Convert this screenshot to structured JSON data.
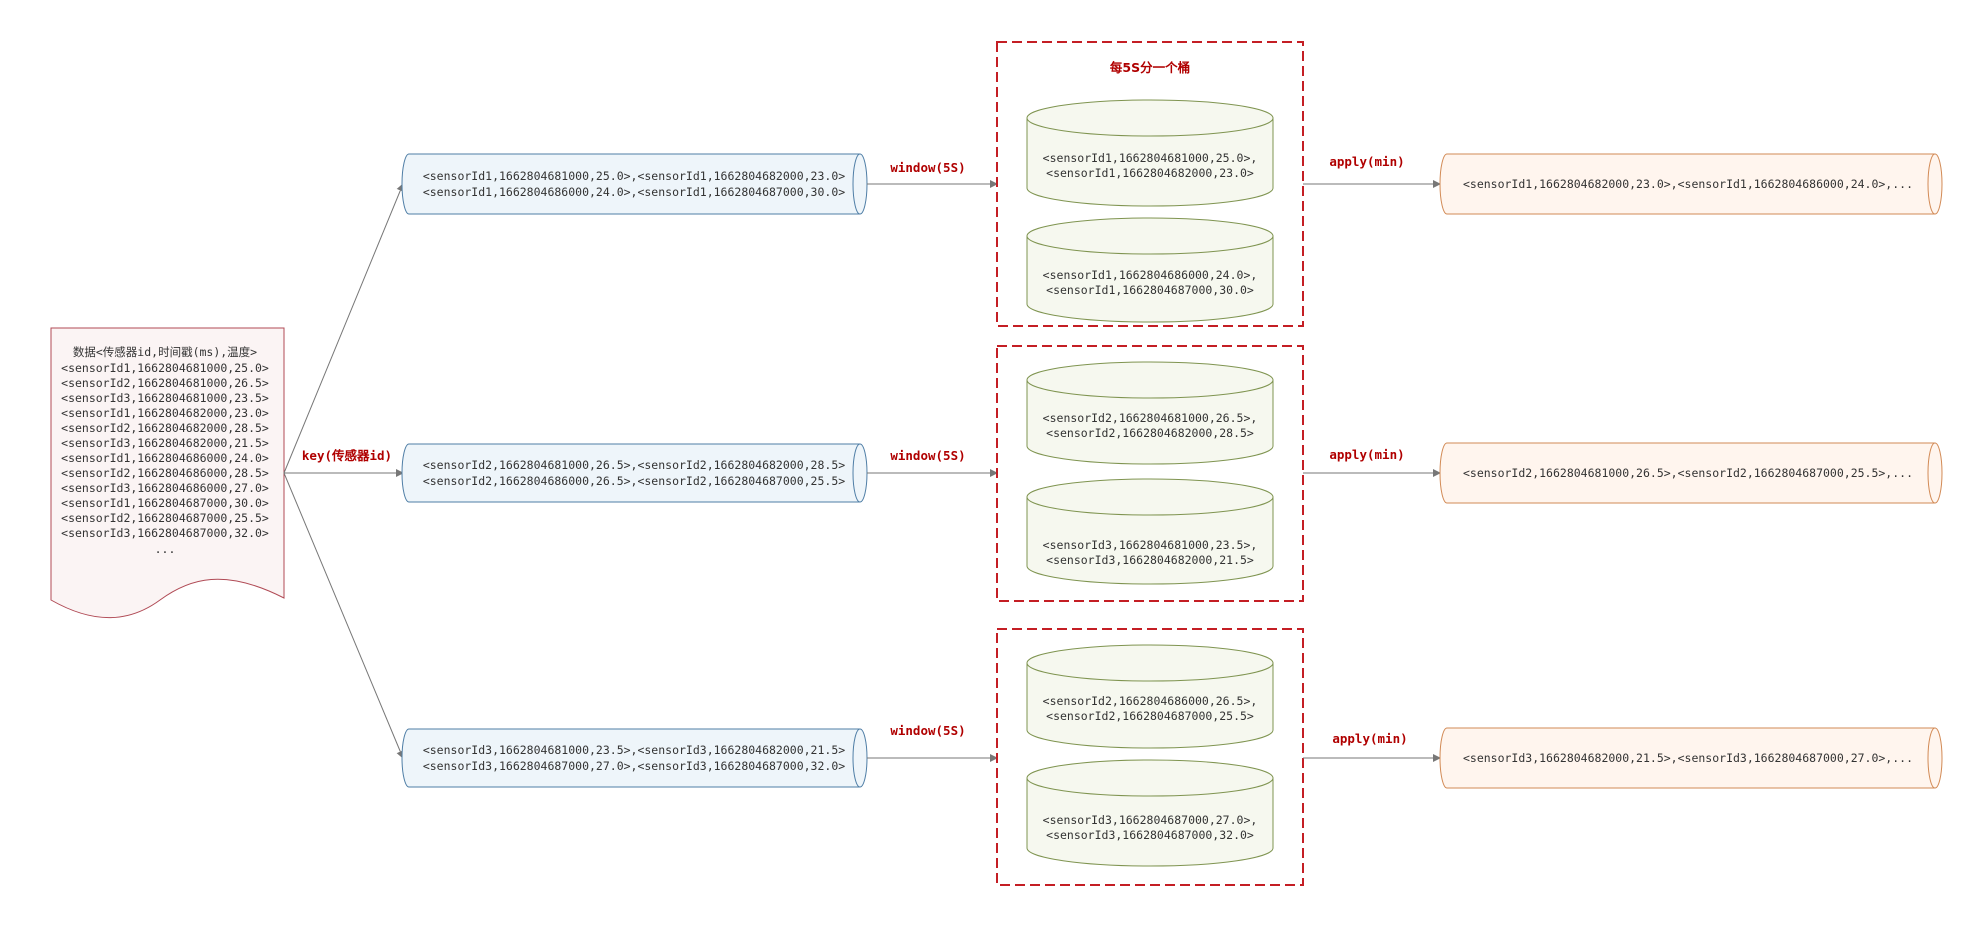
{
  "source": {
    "header": "数据<传感器id,时间戳(ms),温度>",
    "lines": [
      "<sensorId1,1662804681000,25.0>",
      "<sensorId2,1662804681000,26.5>",
      "<sensorId3,1662804681000,23.5>",
      "<sensorId1,1662804682000,23.0>",
      "<sensorId2,1662804682000,28.5>",
      "<sensorId3,1662804682000,21.5>",
      "<sensorId1,1662804686000,24.0>",
      "<sensorId2,1662804686000,28.5>",
      "<sensorId3,1662804686000,27.0>",
      "<sensorId1,1662804687000,30.0>",
      "<sensorId2,1662804687000,25.5>",
      "<sensorId3,1662804687000,32.0>"
    ],
    "ellipsis": "..."
  },
  "key_label": "key(传感器id)",
  "window_title": "每5S分一个桶",
  "groups": [
    {
      "stream": [
        "<sensorId1,1662804681000,25.0>,<sensorId1,1662804682000,23.0>",
        "<sensorId1,1662804686000,24.0>,<sensorId1,1662804687000,30.0>"
      ],
      "window_label": "window(5S)",
      "buckets": [
        [
          "<sensorId1,1662804681000,25.0>,",
          "<sensorId1,1662804682000,23.0>"
        ],
        [
          "<sensorId1,1662804686000,24.0>,",
          "<sensorId1,1662804687000,30.0>"
        ]
      ],
      "apply_label": "apply(min)",
      "result": "<sensorId1,1662804682000,23.0>,<sensorId1,1662804686000,24.0>,..."
    },
    {
      "stream": [
        "<sensorId2,1662804681000,26.5>,<sensorId2,1662804682000,28.5>",
        "<sensorId2,1662804686000,26.5>,<sensorId2,1662804687000,25.5>"
      ],
      "window_label": "window(5S)",
      "buckets": [
        [
          "<sensorId2,1662804681000,26.5>,",
          "<sensorId2,1662804682000,28.5>"
        ],
        [
          "<sensorId3,1662804681000,23.5>,",
          "<sensorId3,1662804682000,21.5>"
        ]
      ],
      "apply_label": "apply(min)",
      "result": "<sensorId2,1662804681000,26.5>,<sensorId2,1662804687000,25.5>,..."
    },
    {
      "stream": [
        "<sensorId3,1662804681000,23.5>,<sensorId3,1662804682000,21.5>",
        "<sensorId3,1662804687000,27.0>,<sensorId3,1662804687000,32.0>"
      ],
      "window_label": "window(5S)",
      "buckets": [
        [
          "<sensorId2,1662804686000,26.5>,",
          "<sensorId2,1662804687000,25.5>"
        ],
        [
          "<sensorId3,1662804687000,27.0>,",
          "<sensorId3,1662804687000,32.0>"
        ]
      ],
      "apply_label": "apply(min)",
      "result": "<sensorId3,1662804682000,21.5>,<sensorId3,1662804687000,27.0>,..."
    }
  ],
  "colors": {
    "label_red": "#b00000",
    "window_dash": "#c41e24",
    "doc_stroke": "#b04a55",
    "doc_fill": "#fbf4f4",
    "stream_stroke": "#4f7ea6",
    "stream_fill": "#eef5fa",
    "bucket_stroke": "#7f9450",
    "bucket_fill": "#f6f8ef",
    "result_stroke": "#d28a55",
    "result_fill": "#fff5ee",
    "arrow": "#777777"
  }
}
